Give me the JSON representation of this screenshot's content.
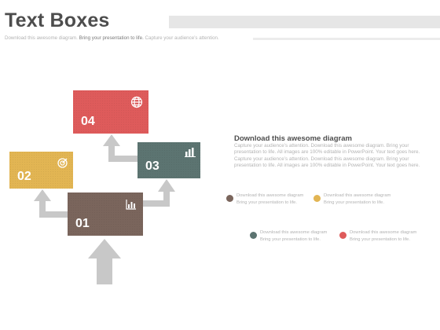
{
  "header": {
    "title": "Text Boxes",
    "subtitle_start": "Download this awesome diagram.",
    "subtitle_mid": "Bring your presentation to life.",
    "subtitle_end": "Capture your audience’s attention."
  },
  "boxes": [
    {
      "number": "01",
      "color": "#7a655c",
      "icon": "bar-chart-icon"
    },
    {
      "number": "02",
      "color": "#e2b553",
      "icon": "target-icon"
    },
    {
      "number": "03",
      "color": "#5c7471",
      "icon": "column-chart-icon"
    },
    {
      "number": "04",
      "color": "#de5b5b",
      "icon": "globe-icon"
    }
  ],
  "description": {
    "title": "Download this awesome diagram",
    "body": "Capture your audience’s attention. Download this awesome diagram. Bring your presentation to life. All images are 100% editable in PowerPoint. Your text goes here. Capture your audience’s attention. Download this awesome diagram. Bring your presentation to life. All images are 100% editable in PowerPoint. Your text goes here."
  },
  "legend": [
    {
      "line1": "Download this awesome diagram",
      "line2": "Bring your presentation to life.",
      "color": "#7a655c"
    },
    {
      "line1": "Download this awesome diagram",
      "line2": "Bring your presentation to life.",
      "color": "#e2b553"
    },
    {
      "line1": "Download this awesome diagram",
      "line2": "Bring your presentation to life.",
      "color": "#5c7471"
    },
    {
      "line1": "Download this awesome diagram",
      "line2": "Bring your presentation to life.",
      "color": "#de5b5b"
    }
  ],
  "colors": {
    "arrow": "#c8c8c8",
    "title": "#4d4d4d",
    "muted_text": "#b3b3b3"
  }
}
